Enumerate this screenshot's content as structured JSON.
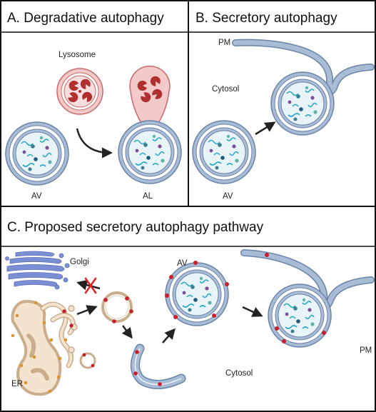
{
  "panels": {
    "a": {
      "title": "A. Degradative autophagy",
      "lysosome": "Lysosome",
      "av": "AV",
      "al": "AL"
    },
    "b": {
      "title": "B. Secretory autophagy",
      "pm": "PM",
      "cytosol": "Cytosol",
      "av": "AV"
    },
    "c": {
      "title": "C. Proposed secretory autophagy pathway",
      "golgi": "Golgi",
      "av": "AV",
      "er": "ER",
      "cytosol": "Cytosol",
      "pm": "PM"
    }
  },
  "colors": {
    "membrane": "#a9bcd6",
    "membrane_edge": "#6a84a8",
    "lumen": "#e8f4f8",
    "cargo_line": "#2aa8c4",
    "cargo_dots": [
      "#3d7f8f",
      "#7b4f9a",
      "#1f5a80",
      "#5fb3a8"
    ],
    "lysosome_fill": "#f4c9c9",
    "lysosome_edge": "#c96a6a",
    "lysosome_cargo": "#b03030",
    "golgi": "#7b8fd4",
    "er_fill": "#f3e3cf",
    "er_edge": "#c9ad8c",
    "er_dot": "#d9962a",
    "red_dot": "#c81f2b",
    "arrow": "#222222",
    "block_x": "#e02020"
  }
}
